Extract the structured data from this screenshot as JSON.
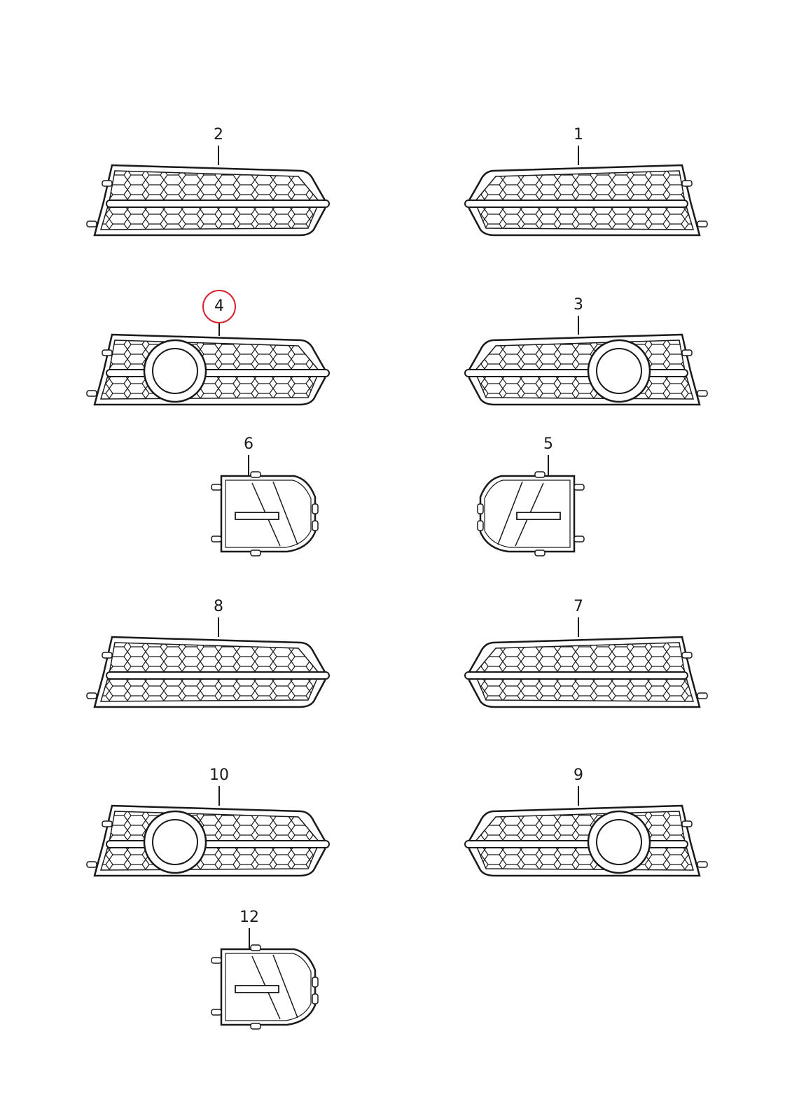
{
  "diagram": {
    "type": "exploded-parts-diagram",
    "subject": "Front bumper lower grilles / fog light covers",
    "highlight_color": "#d9232e",
    "line_color": "#1a1a1a",
    "parts": [
      {
        "id": "2",
        "label": "2",
        "shape": "grille-left",
        "highlighted": false
      },
      {
        "id": "1",
        "label": "1",
        "shape": "grille-right",
        "highlighted": false
      },
      {
        "id": "4",
        "label": "4",
        "shape": "grille-left-foglight",
        "highlighted": true
      },
      {
        "id": "3",
        "label": "3",
        "shape": "grille-right-foglight",
        "highlighted": false
      },
      {
        "id": "6",
        "label": "6",
        "shape": "cover-left",
        "highlighted": false
      },
      {
        "id": "5",
        "label": "5",
        "shape": "cover-right",
        "highlighted": false
      },
      {
        "id": "8",
        "label": "8",
        "shape": "grille-left",
        "highlighted": false
      },
      {
        "id": "7",
        "label": "7",
        "shape": "grille-right",
        "highlighted": false
      },
      {
        "id": "10",
        "label": "10",
        "shape": "grille-left-foglight",
        "highlighted": false
      },
      {
        "id": "9",
        "label": "9",
        "shape": "grille-right-foglight",
        "highlighted": false
      },
      {
        "id": "12",
        "label": "12",
        "shape": "cover-left",
        "highlighted": false
      }
    ]
  }
}
